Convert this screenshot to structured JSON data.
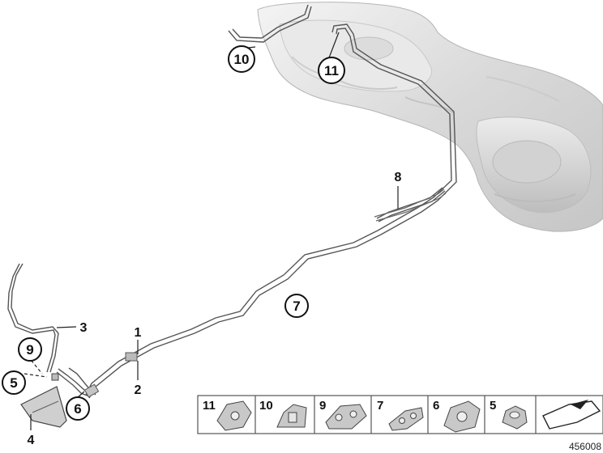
{
  "diagram": {
    "callouts_circled": [
      "10",
      "11",
      "7",
      "9",
      "5",
      "6"
    ],
    "callouts_plain": [
      "8",
      "3",
      "1",
      "2",
      "4"
    ],
    "parts_strip": [
      "11",
      "10",
      "9",
      "7",
      "6",
      "5"
    ],
    "reference_number": "456008"
  }
}
